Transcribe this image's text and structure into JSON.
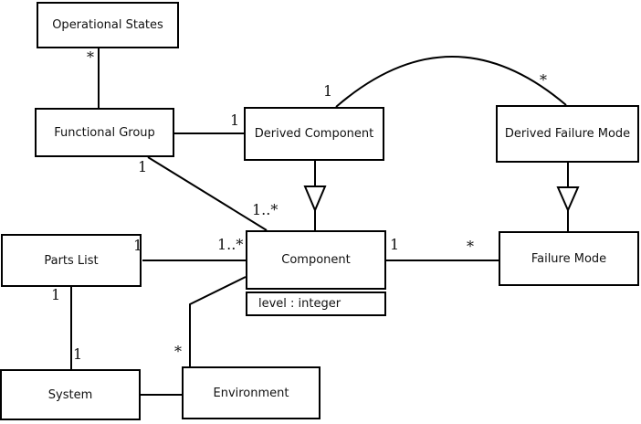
{
  "diagram": {
    "kind": "uml-class-diagram",
    "colors": {
      "background": "#ffffff",
      "line": "#000000",
      "box_fill": "#ffffff",
      "text": "#111111"
    },
    "nodes": [
      {
        "id": "operational-states",
        "label": "Operational States"
      },
      {
        "id": "functional-group",
        "label": "Functional Group"
      },
      {
        "id": "derived-component",
        "label": "Derived Component"
      },
      {
        "id": "derived-failure-mode",
        "label": "Derived Failure Mode"
      },
      {
        "id": "parts-list",
        "label": "Parts List"
      },
      {
        "id": "component",
        "label": "Component",
        "attribute": "level : integer"
      },
      {
        "id": "failure-mode",
        "label": "Failure Mode"
      },
      {
        "id": "system",
        "label": "System"
      },
      {
        "id": "environment",
        "label": "Environment"
      }
    ],
    "edges": [
      {
        "from": "Operational States",
        "to": "Functional Group",
        "type": "association",
        "from_multiplicity": "*"
      },
      {
        "from": "Functional Group",
        "to": "Derived Component",
        "type": "association",
        "to_multiplicity": "1"
      },
      {
        "from": "Functional Group",
        "to": "Component",
        "type": "association",
        "from_multiplicity": "1",
        "to_multiplicity": "1..*"
      },
      {
        "from": "Derived Component",
        "to": "Component",
        "type": "generalization"
      },
      {
        "from": "Derived Component",
        "to": "Derived Failure Mode",
        "type": "association",
        "from_multiplicity": "1",
        "to_multiplicity": "*",
        "shape": "arc"
      },
      {
        "from": "Derived Failure Mode",
        "to": "Failure Mode",
        "type": "generalization"
      },
      {
        "from": "Parts List",
        "to": "Component",
        "type": "association",
        "from_multiplicity": "1",
        "to_multiplicity": "1..*"
      },
      {
        "from": "Parts List",
        "to": "System",
        "type": "association",
        "from_multiplicity": "1",
        "to_multiplicity": "1"
      },
      {
        "from": "Component",
        "to": "Failure Mode",
        "type": "association",
        "from_multiplicity": "1",
        "to_multiplicity": "*"
      },
      {
        "from": "System",
        "to": "Environment",
        "type": "association"
      },
      {
        "from": "Environment",
        "to": "Component",
        "type": "association",
        "from_multiplicity": "*"
      }
    ],
    "multiplicities": [
      {
        "text": "*"
      },
      {
        "text": "1"
      },
      {
        "text": "1"
      },
      {
        "text": "1..*"
      },
      {
        "text": "1"
      },
      {
        "text": "*"
      },
      {
        "text": "1"
      },
      {
        "text": "1..*"
      },
      {
        "text": "1"
      },
      {
        "text": "*"
      },
      {
        "text": "1"
      },
      {
        "text": "1"
      },
      {
        "text": "*"
      }
    ]
  }
}
